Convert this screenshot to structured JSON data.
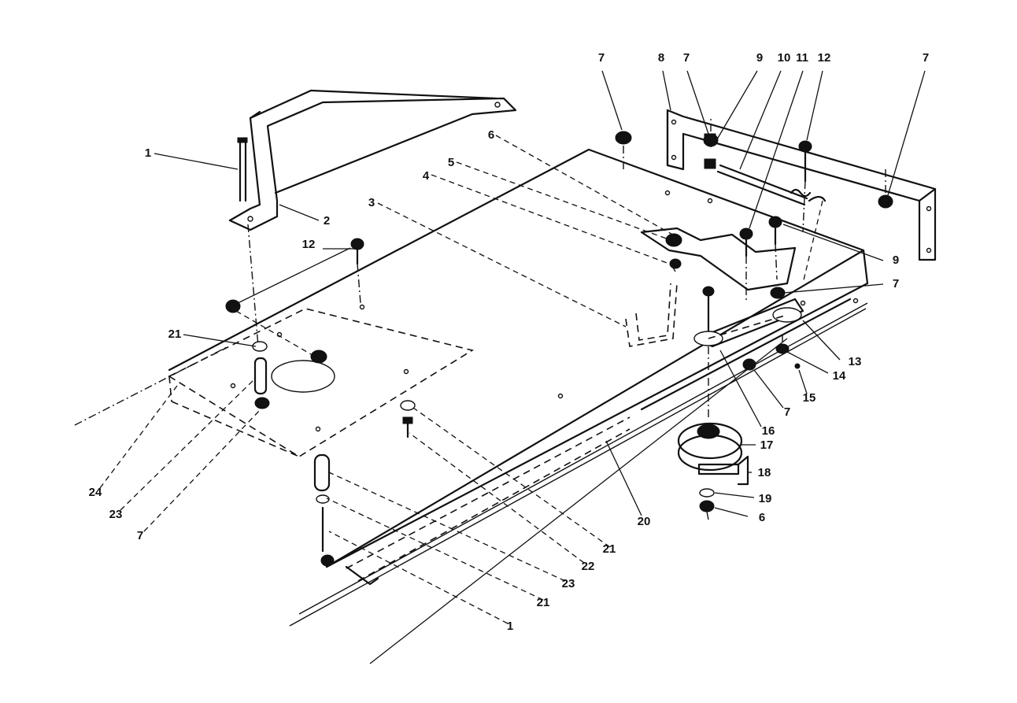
{
  "callouts": [
    {
      "id": "c1a",
      "text": "1"
    },
    {
      "id": "c2",
      "text": "2"
    },
    {
      "id": "c3",
      "text": "3"
    },
    {
      "id": "c4",
      "text": "4"
    },
    {
      "id": "c5",
      "text": "5"
    },
    {
      "id": "c6a",
      "text": "6"
    },
    {
      "id": "c7a",
      "text": "7"
    },
    {
      "id": "c8",
      "text": "8"
    },
    {
      "id": "c7b",
      "text": "7"
    },
    {
      "id": "c9a",
      "text": "9"
    },
    {
      "id": "c10",
      "text": "10"
    },
    {
      "id": "c11",
      "text": "11"
    },
    {
      "id": "c12a",
      "text": "12"
    },
    {
      "id": "c7c",
      "text": "7"
    },
    {
      "id": "c12b",
      "text": "12"
    },
    {
      "id": "c21a",
      "text": "21"
    },
    {
      "id": "c9b",
      "text": "9"
    },
    {
      "id": "c7d",
      "text": "7"
    },
    {
      "id": "c13",
      "text": "13"
    },
    {
      "id": "c14",
      "text": "14"
    },
    {
      "id": "c15",
      "text": "15"
    },
    {
      "id": "c7e",
      "text": "7"
    },
    {
      "id": "c16",
      "text": "16"
    },
    {
      "id": "c17",
      "text": "17"
    },
    {
      "id": "c18",
      "text": "18"
    },
    {
      "id": "c19",
      "text": "19"
    },
    {
      "id": "c6b",
      "text": "6"
    },
    {
      "id": "c20",
      "text": "20"
    },
    {
      "id": "c21b",
      "text": "21"
    },
    {
      "id": "c22",
      "text": "22"
    },
    {
      "id": "c23a",
      "text": "23"
    },
    {
      "id": "c21c",
      "text": "21"
    },
    {
      "id": "c1b",
      "text": "1"
    },
    {
      "id": "c24",
      "text": "24"
    },
    {
      "id": "c23b",
      "text": "23"
    },
    {
      "id": "c7f",
      "text": "7"
    }
  ]
}
